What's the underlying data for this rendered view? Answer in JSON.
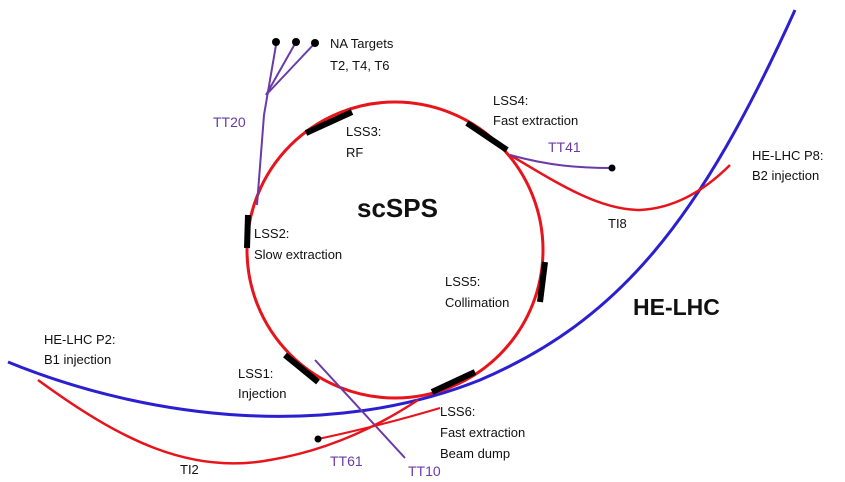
{
  "colors": {
    "ring": "#e8141c",
    "lhc": "#2b1fd0",
    "transfer": "#6a3aa8",
    "straight": "#000000",
    "text": "#111111",
    "purple_text": "#6a3aa8"
  },
  "main_labels": {
    "scsps": "scSPS",
    "helhc": "HE-LHC"
  },
  "lss": {
    "lss1": [
      "LSS1:",
      "Injection"
    ],
    "lss2": [
      "LSS2:",
      "Slow extraction"
    ],
    "lss3": [
      "LSS3:",
      "RF"
    ],
    "lss4": [
      "LSS4:",
      "Fast extraction"
    ],
    "lss5": [
      "LSS5:",
      "Collimation"
    ],
    "lss6": [
      "LSS6:",
      "Fast extraction",
      "Beam dump"
    ]
  },
  "points": {
    "p2": [
      "HE-LHC P2:",
      "B1 injection"
    ],
    "p8": [
      "HE-LHC P8:",
      "B2 injection"
    ],
    "na": [
      "NA Targets",
      "T2, T4, T6"
    ]
  },
  "lines": {
    "ti2": "TI2",
    "ti8": "TI8",
    "tt20": "TT20",
    "tt41": "TT41",
    "tt61": "TT61",
    "tt10": "TT10"
  }
}
